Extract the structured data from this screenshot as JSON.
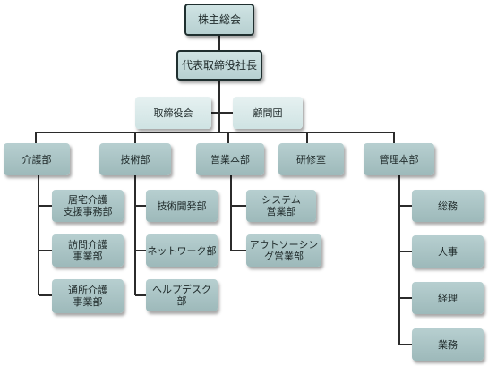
{
  "org": {
    "shareholders": "株主総会",
    "ceo": "代表取締役社長",
    "board": "取締役会",
    "advisors": "顧問団",
    "care": {
      "label": "介護部",
      "children": [
        "居宅介護\n支援事務部",
        "訪問介護\n事業部",
        "通所介護\n事業部"
      ]
    },
    "tech": {
      "label": "技術部",
      "children": [
        "技術開発部",
        "ネットワーク部",
        "ヘルプデスク\n部"
      ]
    },
    "sales": {
      "label": "営業本部",
      "children": [
        "システム\n営業部",
        "アウトソーシン\nグ営業部"
      ]
    },
    "lab": {
      "label": "研修室"
    },
    "admin": {
      "label": "管理本部",
      "children": [
        "総務",
        "人事",
        "経理",
        "業務"
      ]
    }
  }
}
